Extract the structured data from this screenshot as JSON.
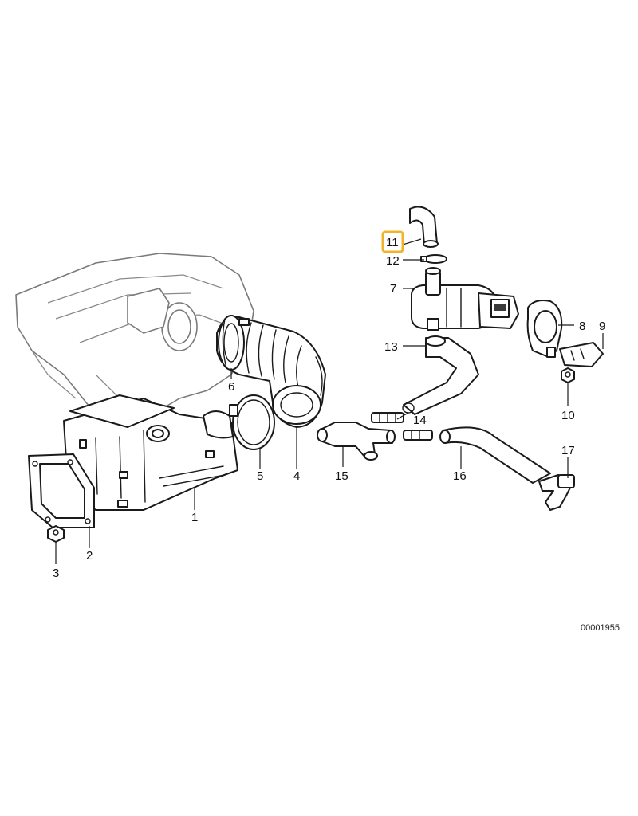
{
  "colors": {
    "highlight": "#f0b429",
    "line": "#1a1a1a",
    "ghost": "#7a7a7a"
  },
  "callouts": [
    {
      "id": "1",
      "label": "1"
    },
    {
      "id": "2",
      "label": "2"
    },
    {
      "id": "3",
      "label": "3"
    },
    {
      "id": "4",
      "label": "4"
    },
    {
      "id": "5",
      "label": "5"
    },
    {
      "id": "6",
      "label": "6"
    },
    {
      "id": "7",
      "label": "7"
    },
    {
      "id": "8",
      "label": "8"
    },
    {
      "id": "9",
      "label": "9"
    },
    {
      "id": "10",
      "label": "10"
    },
    {
      "id": "11",
      "label": "11",
      "highlighted": true
    },
    {
      "id": "12",
      "label": "12"
    },
    {
      "id": "13",
      "label": "13"
    },
    {
      "id": "14",
      "label": "14"
    },
    {
      "id": "15",
      "label": "15"
    },
    {
      "id": "16",
      "label": "16"
    },
    {
      "id": "17",
      "label": "17"
    }
  ],
  "reference_code": "00001955"
}
